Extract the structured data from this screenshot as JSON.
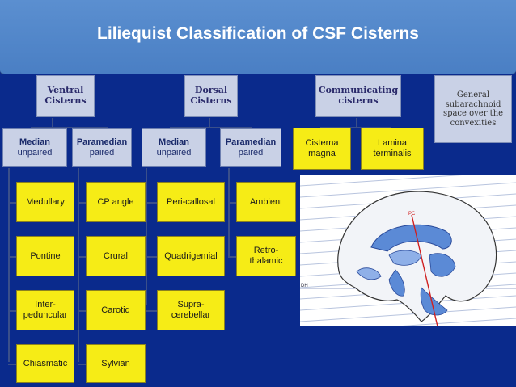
{
  "title": "Liliequist Classification of CSF Cisterns",
  "top": {
    "ventral": "Ventral Cisterns",
    "dorsal": "Dorsal Cisterns",
    "communicating": "Communicating cisterns",
    "general": "General subarachnoid space over the convexities"
  },
  "sub": {
    "v_median_1": "Median",
    "v_median_2": "unpaired",
    "v_para_1": "Paramedian",
    "v_para_2": "paired",
    "d_median_1": "Median",
    "d_median_2": "unpaired",
    "d_para_1": "Paramedian",
    "d_para_2": "paired",
    "cisterna_magna": "Cisterna magna",
    "lamina_terminalis": "Lamina terminalis"
  },
  "leaves": {
    "medullary": "Medullary",
    "pontine": "Pontine",
    "interpeduncular": "Inter-peduncular",
    "chiasmatic": "Chiasmatic",
    "cp_angle": "CP angle",
    "crural": "Crural",
    "carotid": "Carotid",
    "sylvian": "Sylvian",
    "pericallosal": "Peri-callosal",
    "quadrigemial": "Quadrigemial",
    "supracerebellar": "Supra-cerebellar",
    "ambient": "Ambient",
    "retrothalamic": "Retro-thalamic"
  },
  "image_labels": {
    "pc": "PC",
    "dh": "DH"
  }
}
